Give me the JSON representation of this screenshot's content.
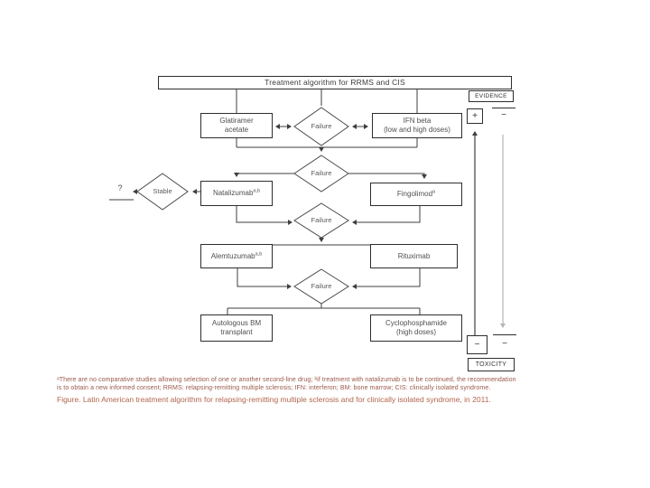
{
  "figure": {
    "title": "Treatment algorithm for RRMS and CIS",
    "question_mark": "?",
    "diamonds": {
      "failure": "Failure",
      "stable": "Stable"
    },
    "boxes": {
      "glatiramer": {
        "line1": "Glatiramer",
        "line2": "acetate"
      },
      "ifn_beta": {
        "line1": "IFN beta",
        "line2": "(low and high doses)"
      },
      "natalizumab": {
        "label": "Natalizumab",
        "sup": "a,b"
      },
      "fingolimod": {
        "label": "Fingolimod",
        "sup": "a"
      },
      "alemtuzumab": {
        "label": "Alemtuzumab",
        "sup": "a,b"
      },
      "rituximab": {
        "label": "Rituximab"
      },
      "autologous_bm": {
        "line1": "Autologous BM",
        "line2": "transplant"
      },
      "cyclophosphamide": {
        "line1": "Cyclophosphamide",
        "line2": "(high doses)"
      }
    },
    "scales": {
      "evidence_label": "EVIDENCE",
      "toxicity_label": "TOXICITY",
      "top_left_symbol": "+",
      "top_right_symbol": "−",
      "bottom_left_symbol": "−",
      "bottom_right_symbol": "−"
    }
  },
  "caption": {
    "footnote_line1": "ᵃThere are no comparative studies allowing selection of one or another second-line drug; ᵇif treatment with natalizumab is to be continued, the recommendation",
    "footnote_line2": "is to obtain a new informed consent; RRMS: relapsing-remitting multiple sclerosis; IFN: interferon; BM: bone marrow; CIS: clinically isolated syndrome.",
    "figure_caption": "Figure. Latin American treatment algorithm for relapsing-remitting multiple sclerosis and for clinically isolated syndrome, in 2011."
  },
  "colors": {
    "line": "#3f3f3f",
    "toxicity_arrow": "#b5b5b5",
    "footnote_text": "#9a584a",
    "figure_caption_text": "#b2654c"
  }
}
